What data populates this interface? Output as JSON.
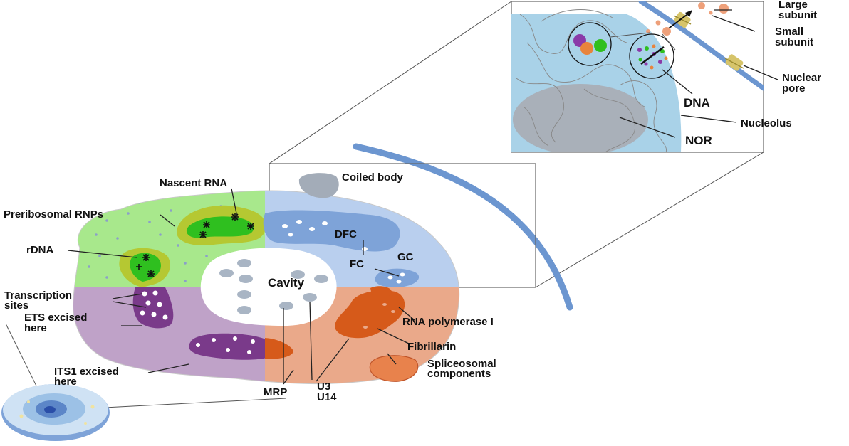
{
  "labels": {
    "large_subunit_1": "Large",
    "large_subunit_2": "subunit",
    "small_subunit_1": "Small",
    "small_subunit_2": "subunit",
    "nuclear_pore_1": "Nuclear",
    "nuclear_pore_2": "pore",
    "dna": "DNA",
    "nucleolus": "Nucleolus",
    "nor": "NOR",
    "coiled_body": "Coiled body",
    "nascent_rna": "Nascent RNA",
    "preribosomal_rnps": "Preribosomal RNPs",
    "rdna": "rDNA",
    "dfc": "DFC",
    "gc": "GC",
    "fc": "FC",
    "cavity": "Cavity",
    "transcription_sites_1": "Transcription",
    "transcription_sites_2": "sites",
    "ets_excised_1": "ETS excised",
    "ets_excised_2": "here",
    "rna_polymerase": "RNA polymerase I",
    "fibrillarin": "Fibrillarin",
    "its1_excised_1": "ITS1 excised",
    "its1_excised_2": "here",
    "spliceosomal_1": "Spliceosomal",
    "spliceosomal_2": "components",
    "mrp": "MRP",
    "u3": "U3",
    "u14": "U14"
  },
  "colors": {
    "green_region": "#a8e88c",
    "yellow_green": "#b5c832",
    "bright_green": "#2fbf1f",
    "lavender": "#bfa2c8",
    "purple": "#7a3a8a",
    "salmon": "#eaa98a",
    "orange": "#d65a1a",
    "light_blue": "#b9cfee",
    "mid_blue": "#7ea3d8",
    "nucleus_blue": "#a9d2e8",
    "nor_gray": "#a8acb4",
    "membrane": "#6c96d0",
    "pore_yellow": "#d6c46a",
    "subunit_orange": "#eea07a"
  }
}
